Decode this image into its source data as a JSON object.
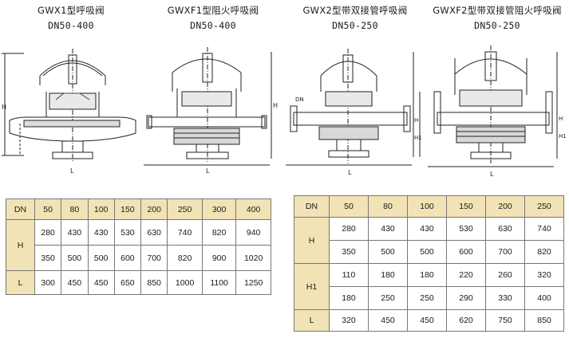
{
  "captions": [
    {
      "model": "GWX1型呼吸阀",
      "range": "DN50-400"
    },
    {
      "model": "GWXF1型阻火呼吸阀",
      "range": "DN50-400"
    },
    {
      "model": "GWX2型带双接管呼吸阀",
      "range": "DN50-250"
    },
    {
      "model": "GWXF2型带双接管阻火呼吸阀",
      "range": "DN50-250"
    }
  ],
  "drawing_labels": {
    "H": "H",
    "H1": "H1",
    "L": "L",
    "DN": "DN"
  },
  "table1": {
    "header": [
      "DN",
      "50",
      "80",
      "100",
      "150",
      "200",
      "250",
      "300",
      "400"
    ],
    "H_label": "H",
    "H_row1": [
      "280",
      "430",
      "430",
      "530",
      "630",
      "740",
      "820",
      "940"
    ],
    "H_row2": [
      "350",
      "500",
      "500",
      "600",
      "700",
      "820",
      "900",
      "1020"
    ],
    "L_label": "L",
    "L_row": [
      "300",
      "450",
      "450",
      "650",
      "850",
      "1000",
      "1100",
      "1250"
    ]
  },
  "table2": {
    "header": [
      "DN",
      "50",
      "80",
      "100",
      "150",
      "200",
      "250"
    ],
    "H_label": "H",
    "H_row1": [
      "280",
      "430",
      "430",
      "530",
      "630",
      "740"
    ],
    "H_row2": [
      "350",
      "500",
      "500",
      "600",
      "700",
      "820"
    ],
    "H1_label": "H1",
    "H1_row1": [
      "110",
      "180",
      "180",
      "220",
      "260",
      "320"
    ],
    "H1_row2": [
      "180",
      "250",
      "250",
      "290",
      "330",
      "400"
    ],
    "L_label": "L",
    "L_row": [
      "320",
      "450",
      "450",
      "620",
      "750",
      "850"
    ]
  }
}
